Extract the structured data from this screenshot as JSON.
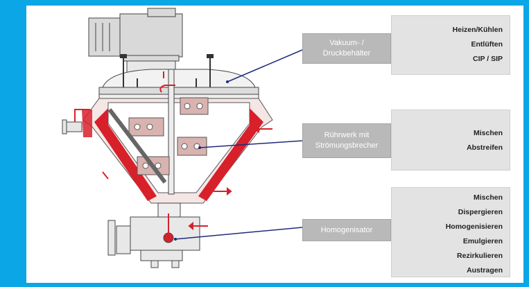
{
  "labels": {
    "vessel": [
      "Vakuum- /",
      "Druckbehälter"
    ],
    "agitator": [
      "Rührwerk mit",
      "Strömungsbrecher"
    ],
    "homogenizer": [
      "Homogenisator"
    ]
  },
  "panels": {
    "top": [
      "Heizen/Kühlen",
      "Entlüften",
      "CIP / SIP"
    ],
    "middle": [
      "Mischen",
      "Abstreifen"
    ],
    "bottom": [
      "Mischen",
      "Dispergieren",
      "Homogenisieren",
      "Emulgieren",
      "Rezirkulieren",
      "Austragen"
    ]
  },
  "colors": {
    "frame": "#0aa6e6",
    "heating_jacket": "#d8202a",
    "pointer": "#1f2a7a",
    "panel": "#e3e3e3",
    "label": "#b9b9b9"
  }
}
